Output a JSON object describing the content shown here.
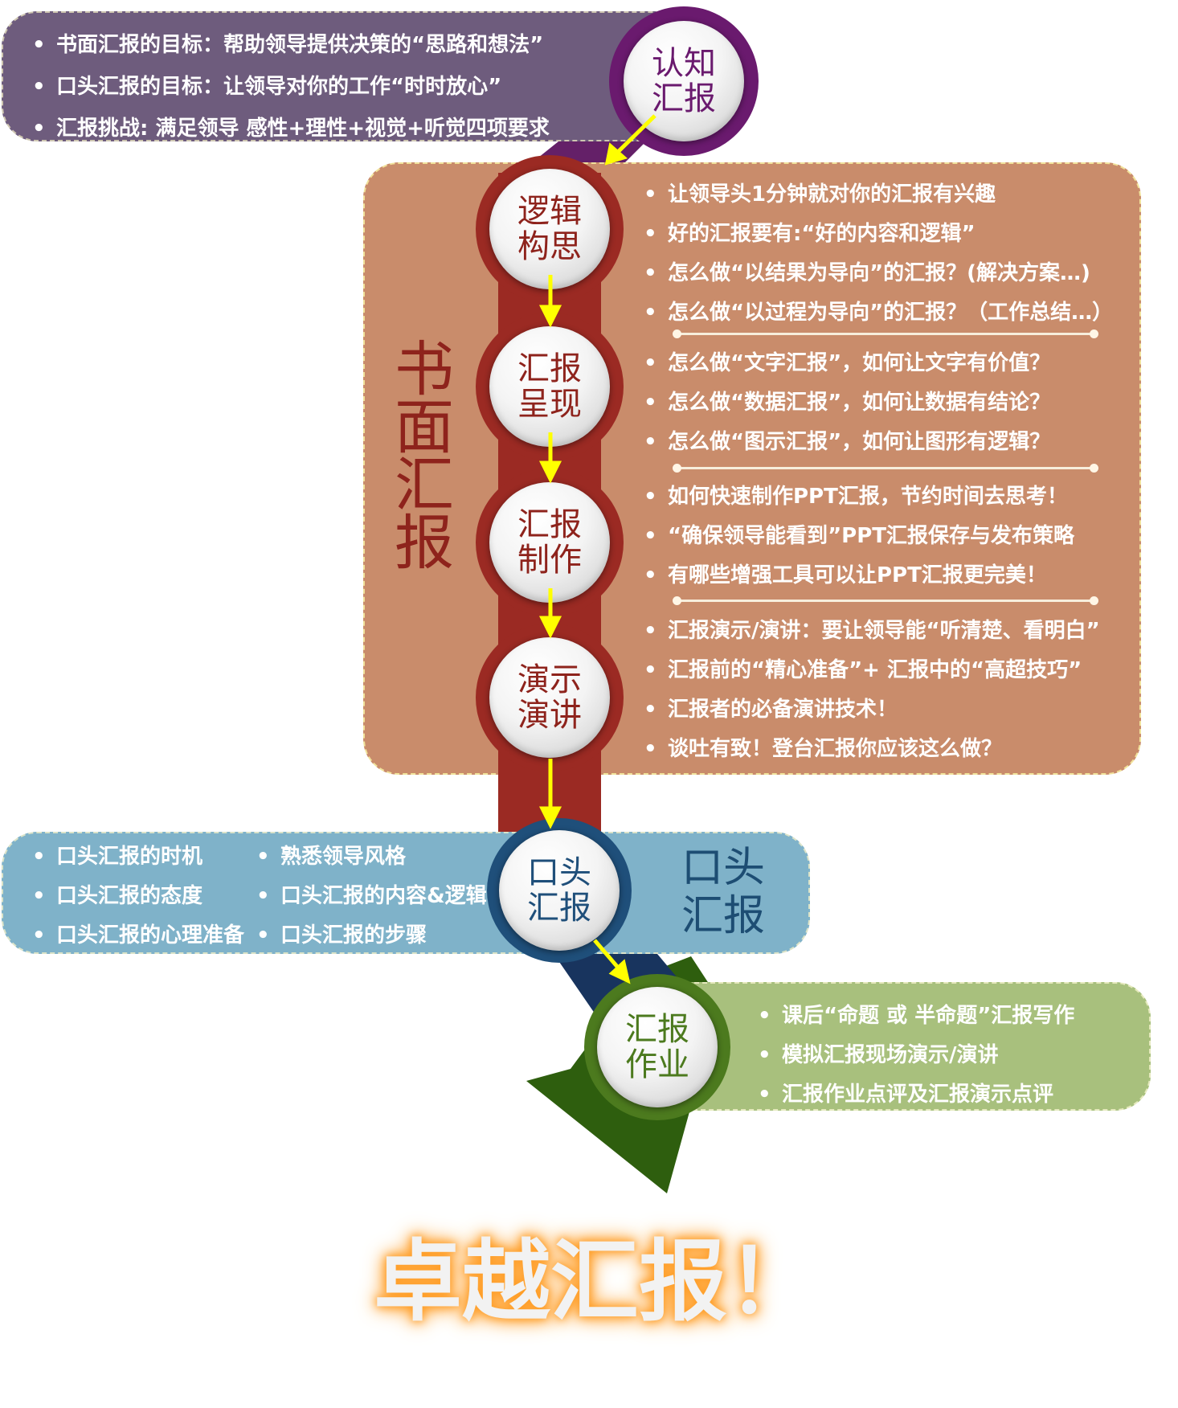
{
  "awareness": {
    "node_lines": [
      "认知",
      "汇报"
    ],
    "bullets": [
      "书面汇报的目标：帮助领导提供决策的“思路和想法”",
      "口头汇报的目标：让领导对你的工作“时时放心”",
      "汇报挑战: 满足领导 感性+理性+视觉+听觉四项要求"
    ]
  },
  "written": {
    "label": "书面汇报",
    "stages": [
      {
        "node_lines": [
          "逻辑",
          "构思"
        ],
        "bullets": [
          "让领导头1分钟就对你的汇报有兴趣",
          "好的汇报要有:“好的内容和逻辑”",
          "怎么做“以结果为导向”的汇报？(解决方案…)",
          "怎么做“以过程为导向”的汇报？（工作总结…）"
        ]
      },
      {
        "node_lines": [
          "汇报",
          "呈现"
        ],
        "bullets": [
          "怎么做“文字汇报”，如何让文字有价值？",
          "怎么做“数据汇报”，如何让数据有结论？",
          "怎么做“图示汇报”，如何让图形有逻辑？"
        ]
      },
      {
        "node_lines": [
          "汇报",
          "制作"
        ],
        "bullets": [
          "如何快速制作PPT汇报，节约时间去思考！",
          "“确保领导能看到”PPT汇报保存与发布策略",
          "有哪些增强工具可以让PPT汇报更完美！"
        ]
      },
      {
        "node_lines": [
          "演示",
          "演讲"
        ],
        "bullets": [
          "汇报演示/演讲：要让领导能“听清楚、看明白”",
          "汇报前的“精心准备”+ 汇报中的“高超技巧”",
          "汇报者的必备演讲技术！",
          "谈吐有致！登台汇报你应该这么做？"
        ]
      }
    ]
  },
  "oral": {
    "label_lines": [
      "口头",
      "汇报"
    ],
    "node_lines": [
      "口头",
      "汇报"
    ],
    "bullets_left": [
      "口头汇报的时机",
      "口头汇报的态度",
      "口头汇报的心理准备"
    ],
    "bullets_right": [
      "熟悉领导风格",
      "口头汇报的内容&逻辑",
      "口头汇报的步骤"
    ]
  },
  "homework": {
    "node_lines": [
      "汇报",
      "作业"
    ],
    "bullets": [
      "课后“命题 或 半命题”汇报写作",
      "模拟汇报现场演示/演讲",
      "汇报作业点评及汇报演示点评"
    ]
  },
  "final_text": "卓越汇报！",
  "colors": {
    "awareness_panel": "#6e5c7d",
    "awareness_ring": "#6a1a6e",
    "written_panel": "#c98c6b",
    "stage_ring": "#9b2a23",
    "written_label": "#8e231c",
    "oral_panel": "#7fb2c9",
    "oral_ring": "#1f4f7a",
    "oral_label": "#1d4d73",
    "homework_panel": "#a8c07d",
    "homework_ring": "#4c7a1e",
    "final_arrow": "#2e5e0e",
    "arrows": "#ffff00",
    "final_text_fill": "#f2f2f2",
    "final_text_glow": "#ff9d25"
  }
}
